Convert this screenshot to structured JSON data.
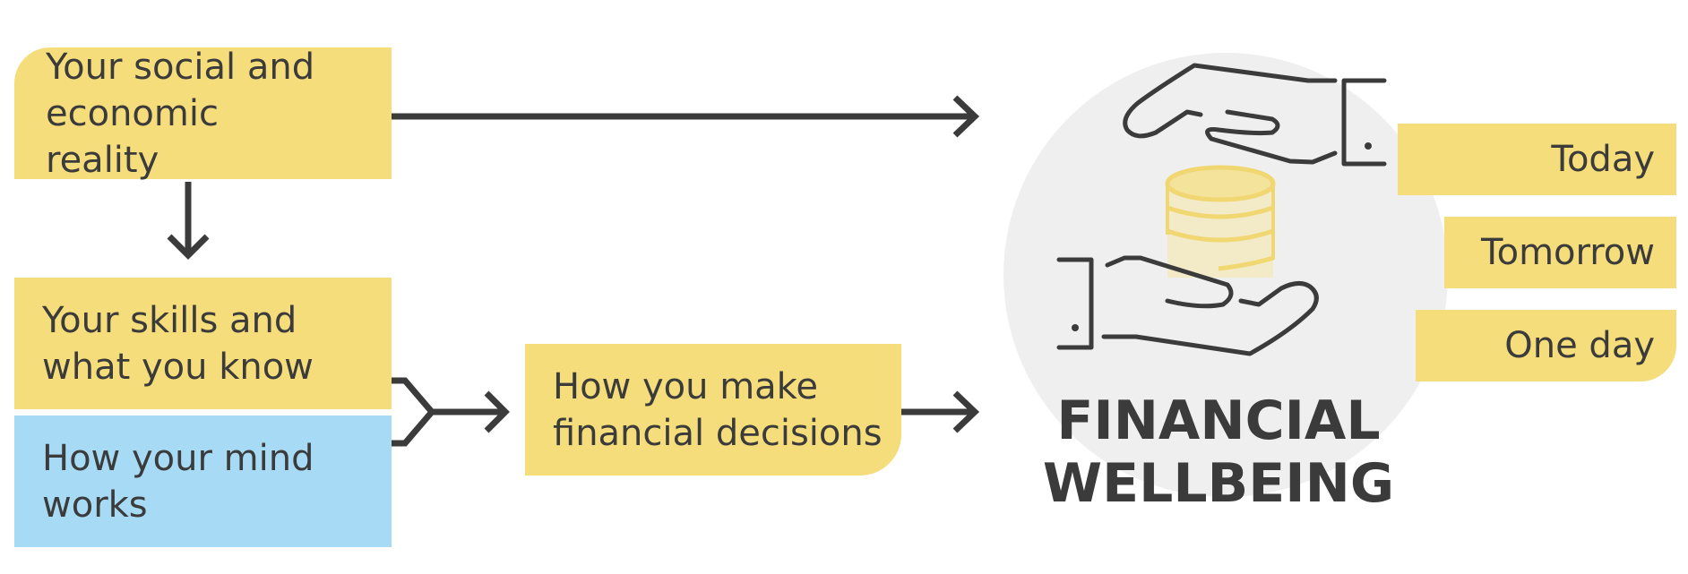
{
  "boxes": {
    "social_reality": "Your social and economic reality",
    "skills_knowledge": "Your skills and what you know",
    "mind_works": "How your mind works",
    "decisions": "How you make financial decisions"
  },
  "outcome": {
    "title_line1": "FINANCIAL",
    "title_line2": "WELLBEING",
    "icons": [
      "hand-over-icon",
      "coin-stack-icon",
      "hand-under-icon"
    ]
  },
  "timeframes": [
    "Today",
    "Tomorrow",
    "One day"
  ],
  "colors": {
    "yellow": "#f4dd7a",
    "blue": "#a6daf5",
    "arrow": "#3b3b3b",
    "circle": "#efefef"
  }
}
